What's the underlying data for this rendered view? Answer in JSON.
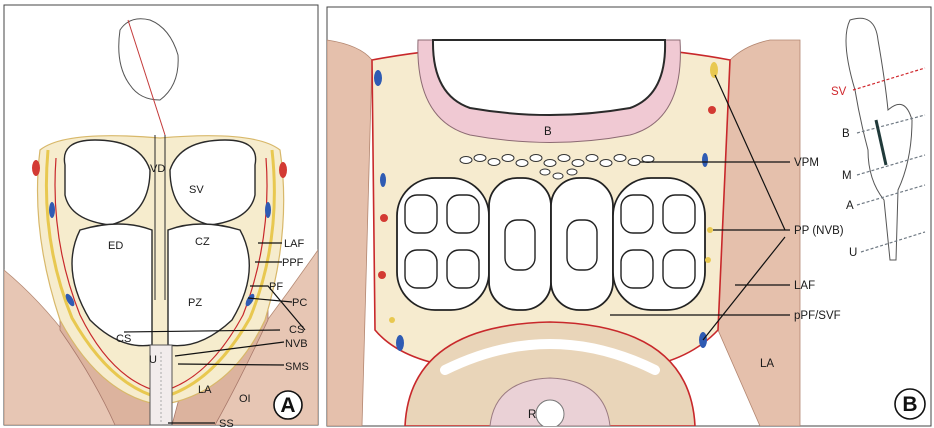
{
  "panel_a": {
    "letter": "A",
    "labels": {
      "vd": "VD",
      "sv": "SV",
      "ed": "ED",
      "cz": "CZ",
      "pz": "PZ",
      "u": "U",
      "la": "LA",
      "oi": "OI",
      "laf": "LAF",
      "ppf": "PPF",
      "pf": "PF",
      "pc": "PC",
      "cs_right": "CS",
      "cs_center": "CS",
      "nvb": "NVB",
      "sms": "SMS",
      "ss": "SS"
    }
  },
  "panel_b": {
    "letter": "B",
    "labels": {
      "b": "B",
      "r": "R",
      "la": "LA",
      "vpm": "VPM",
      "pp": "PP (NVB)",
      "laf": "LAF",
      "ppf_svf": "pPF/SVF"
    },
    "inset_levels": {
      "sv": "SV",
      "b": "B",
      "m": "M",
      "a": "A",
      "u": "U"
    },
    "colors": {
      "sv_level": "#d0282e",
      "levels": "#707a84"
    }
  }
}
